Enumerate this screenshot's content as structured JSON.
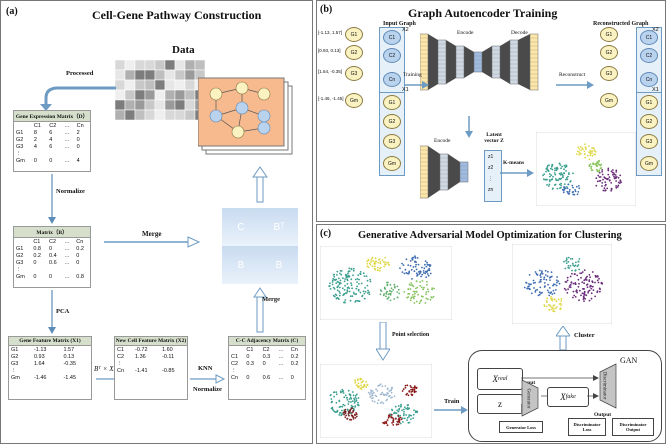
{
  "panel_a": {
    "label": "(a)",
    "title": "Cell-Gene Pathway Construction",
    "data_label": "Data",
    "processed_label": "Processed",
    "normalize_label": "Normalize",
    "merge_label": "Merge",
    "pca_label": "PCA",
    "knn_label": "KNN",
    "normalize2_label": "Normalize",
    "merge2_label": "Merge",
    "formula": "Bᵀ × X1",
    "gene_expression": {
      "title": "Gene Expression Matrix（D）",
      "header": [
        "",
        "C1",
        "C2",
        "...",
        "Cn"
      ],
      "rows": [
        [
          "G1",
          "8",
          "6",
          "...",
          "2"
        ],
        [
          "G2",
          "2",
          "4",
          "...",
          "0"
        ],
        [
          "G3",
          "4",
          "6",
          "...",
          "0"
        ],
        [
          "⋮",
          "",
          "",
          "",
          ""
        ],
        [
          "Gm",
          "0",
          "0",
          "...",
          "4"
        ]
      ]
    },
    "matrix_b": {
      "title": "Matrix（B）",
      "header": [
        "",
        "C1",
        "C2",
        "...",
        "Cn"
      ],
      "rows": [
        [
          "G1",
          "0.8",
          "0",
          "...",
          "0.2"
        ],
        [
          "G2",
          "0.2",
          "0.4",
          "...",
          "0"
        ],
        [
          "G3",
          "0",
          "0.6",
          "...",
          "0"
        ],
        [
          "⋮",
          "",
          "",
          "",
          ""
        ],
        [
          "Gm",
          "0",
          "0",
          "...",
          "0.8"
        ]
      ]
    },
    "gene_feature": {
      "title": "Gene Feature Matrix (X1)",
      "rows": [
        [
          "G1",
          "-1.13",
          "1.57"
        ],
        [
          "G2",
          "0.93",
          "0.13"
        ],
        [
          "G3",
          "1.64",
          "-0.35"
        ],
        [
          "⋮",
          "",
          ""
        ],
        [
          "Gm",
          "-1.46",
          "-1.45"
        ]
      ]
    },
    "cell_feature": {
      "title": "New Cell Feature Matrix (X2)",
      "rows": [
        [
          "C1",
          "-0.72",
          "1.60"
        ],
        [
          "C2",
          "1.36",
          "-0.11"
        ],
        [
          "⋮",
          "",
          ""
        ],
        [
          "Cn",
          "-1.41",
          "-0.85"
        ]
      ]
    },
    "adjacency": {
      "title": "C-C Adjacency Matrix (C)",
      "header": [
        "",
        "C1",
        "C2",
        "...",
        "Cn"
      ],
      "rows": [
        [
          "C1",
          "0",
          "0.3",
          "...",
          "0.2"
        ],
        [
          "C2",
          "0.3",
          "0",
          "...",
          "0.2"
        ],
        [
          "⋮",
          "",
          "",
          "",
          ""
        ],
        [
          "Cn",
          "0",
          "0.6",
          "...",
          "0"
        ]
      ]
    },
    "block_labels": [
      "C",
      "Bᵀ",
      "B",
      "B"
    ]
  },
  "panel_b": {
    "label": "(b)",
    "title": "Graph Autoencoder Training",
    "input_graph": "Input Graph",
    "reconstructed_graph": "Reconstructed Graph",
    "encode": "Encode",
    "decode": "Decode",
    "encode2": "Encode",
    "training": "Training",
    "reconstruct": "Reconstruct",
    "latent": "Latent vector Z",
    "kmeans": "K-means",
    "x1_label": "X1",
    "x2_label": "X2",
    "vectors": [
      "[-1.13, 1.57]",
      "[0.93, 0.13]",
      "[1.64, -0.35]",
      "[-1.46, -1.45]"
    ],
    "g_nodes": [
      "G1",
      "G2",
      "G3",
      "Gm"
    ],
    "c_nodes": [
      "C1",
      "C2",
      "Cn"
    ],
    "z_vals": [
      "z1",
      "z2",
      "⋮",
      "zn"
    ]
  },
  "panel_c": {
    "label": "(c)",
    "title": "Generative Adversarial Model Optimization for Clustering",
    "point_selection": "Point selection",
    "cluster": "Cluster",
    "train": "Train",
    "gan": "GAN",
    "x_real": "X",
    "x_real_sub": "real",
    "x_fake": "X",
    "x_fake_sub": "fake",
    "z": "z",
    "input": "Input",
    "generator": "Generator",
    "discriminator": "Discriminator",
    "output": "Output",
    "gen_loss": "Generator Loss",
    "disc_loss": "Discriminator Loss",
    "disc_output": "Discriminator Output"
  }
}
